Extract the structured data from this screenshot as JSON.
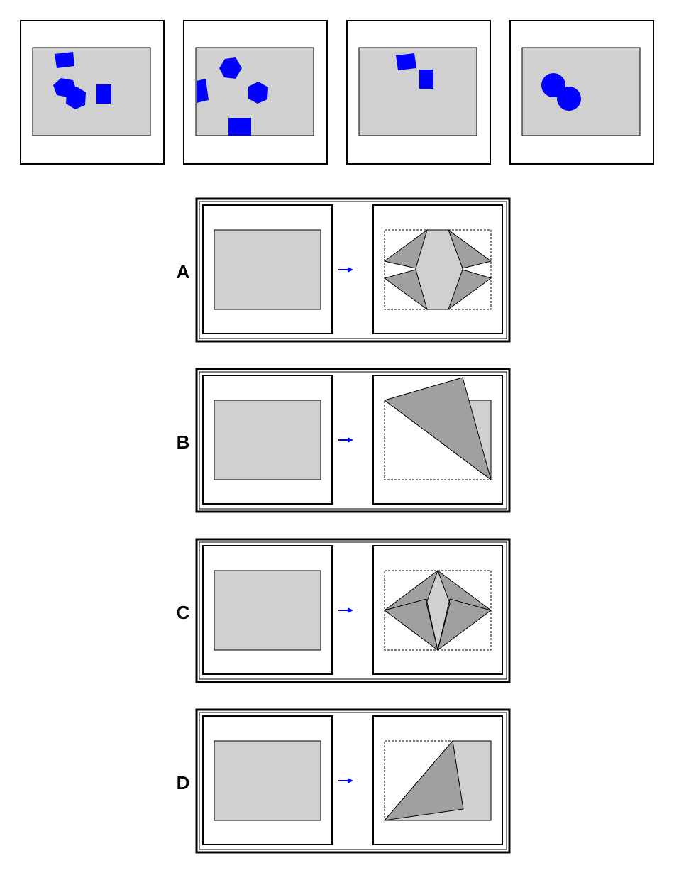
{
  "colors": {
    "background": "#ffffff",
    "panel_border": "#000000",
    "sheet_fill": "#d0d0d0",
    "fold_fill": "#a0a0a0",
    "shape_fill": "#0000ff",
    "arrow": "#0000ff",
    "dashed_outline": "#000000"
  },
  "examples": [
    {
      "name": "example-1",
      "shapes": [
        "rectangle",
        "hexagon",
        "hexagon",
        "rectangle"
      ]
    },
    {
      "name": "example-2",
      "shapes": [
        "hexagon",
        "hexagon",
        "rectangle",
        "rectangle"
      ]
    },
    {
      "name": "example-3",
      "shapes": [
        "rectangle",
        "rectangle"
      ]
    },
    {
      "name": "example-4",
      "shapes": [
        "circle",
        "circle"
      ]
    }
  ],
  "options": [
    {
      "label": "A",
      "icon": "arrow-right-icon"
    },
    {
      "label": "B",
      "icon": "arrow-right-icon"
    },
    {
      "label": "C",
      "icon": "arrow-right-icon"
    },
    {
      "label": "D",
      "icon": "arrow-right-icon"
    }
  ]
}
